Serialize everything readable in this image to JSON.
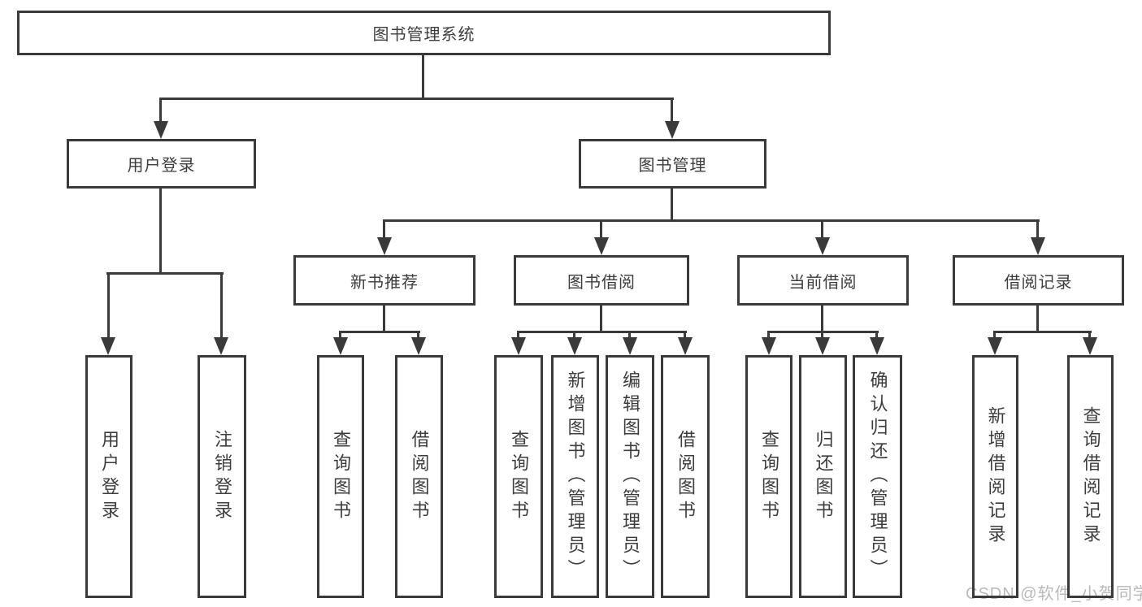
{
  "title": "图书管理系统",
  "user_branch": {
    "label": "用户登录",
    "children": [
      "用户登录",
      "注销登录"
    ]
  },
  "book_branch": {
    "label": "图书管理",
    "modules": [
      {
        "label": "新书推荐",
        "children": [
          "查询图书",
          "借阅图书"
        ]
      },
      {
        "label": "图书借阅",
        "children": [
          "查询图书",
          "新增图书（管理员）",
          "编辑图书（管理员）",
          "借阅图书"
        ]
      },
      {
        "label": "当前借阅",
        "children": [
          "查询图书",
          "归还图书",
          "确认归还（管理员）"
        ]
      },
      {
        "label": "借阅记录",
        "children": [
          "新增借阅记录",
          "查询借阅记录"
        ]
      }
    ]
  },
  "watermark": "CSDN @软件_小贺同学",
  "colors": {
    "line": "#3a3a3a",
    "text": "#3d3d3d",
    "watermark": "#b9b9b9",
    "background": "#ffffff"
  }
}
